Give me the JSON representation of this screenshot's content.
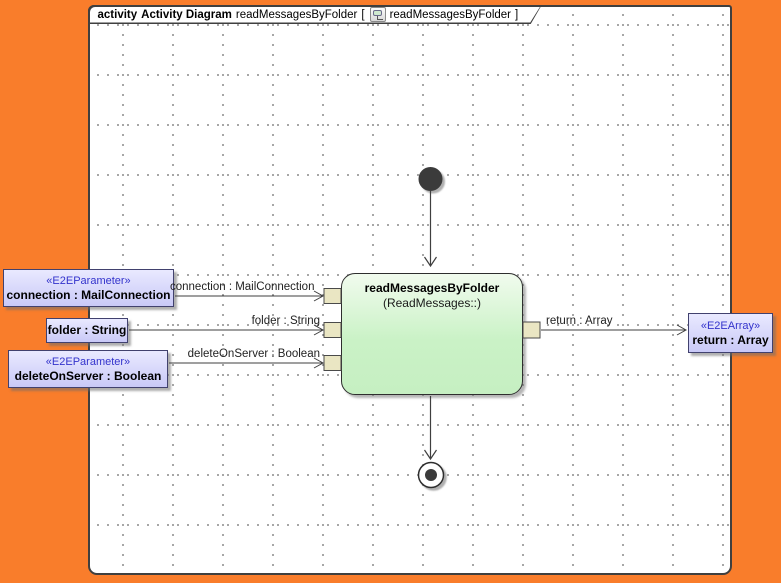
{
  "frame": {
    "keyword": "activity",
    "type_label": "Activity Diagram",
    "diagram_name": "readMessagesByFolder",
    "open_bracket": "[",
    "context_name": "readMessagesByFolder",
    "close_bracket": "]"
  },
  "activity": {
    "title": "readMessagesByFolder",
    "subtitle": "(ReadMessages::)"
  },
  "parameters": [
    {
      "stereotype": "«E2EParameter»",
      "name": "connection : MailConnection",
      "edge_label": "connection : MailConnection"
    },
    {
      "name": "folder : String",
      "edge_label": "folder : String"
    },
    {
      "stereotype": "«E2EParameter»",
      "name": "deleteOnServer : Boolean",
      "edge_label": "deleteOnServer : Boolean"
    }
  ],
  "output": {
    "stereotype": "«E2EArray»",
    "name": "return : Array",
    "edge_label": "return : Array"
  },
  "colors": {
    "background_orange": "#F97D2B",
    "canvas_white": "#FFFFFF",
    "activity_green": "#CCF2C8",
    "parameter_lavender": "#CCCCFF",
    "pin_beige": "#EAE6C3",
    "stereotype_blue": "#3333CC",
    "line_dark": "#3F3F3F"
  }
}
